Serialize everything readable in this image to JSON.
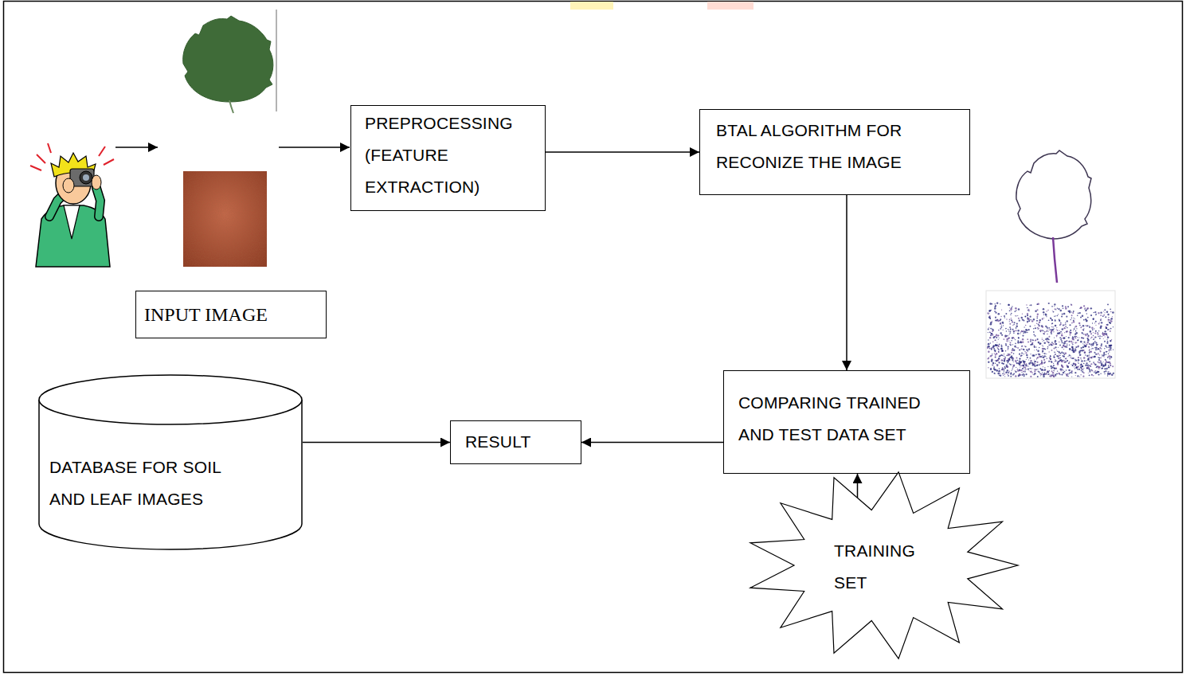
{
  "diagram": {
    "nodes": [
      {
        "text": [
          "INPUT IMAGE"
        ]
      },
      {
        "text": [
          "PREPROCESSING (FEATURE EXTRACTION)"
        ]
      },
      {
        "text": [
          "BTAL ALGORITHM FOR RECONIZE THE IMAGE"
        ]
      },
      {
        "text": [
          "DATABASE FOR SOIL AND LEAF IMAGES"
        ]
      },
      {
        "text": [
          "RESULT"
        ]
      },
      {
        "text": [
          "COMPARING TRAINED AND TEST DATA SET"
        ]
      },
      {
        "text": [
          "TRAINING SET"
        ]
      }
    ],
    "edges": [
      {
        "from": 1,
        "to": 2,
        "arrow": "to"
      },
      {
        "from": 2,
        "to": 5,
        "arrow": "to"
      },
      {
        "from": 5,
        "to": 4,
        "arrow": "to"
      },
      {
        "from": 3,
        "to": 4,
        "arrow": "to"
      },
      {
        "from": 6,
        "to": 5,
        "arrow": "to"
      }
    ]
  }
}
